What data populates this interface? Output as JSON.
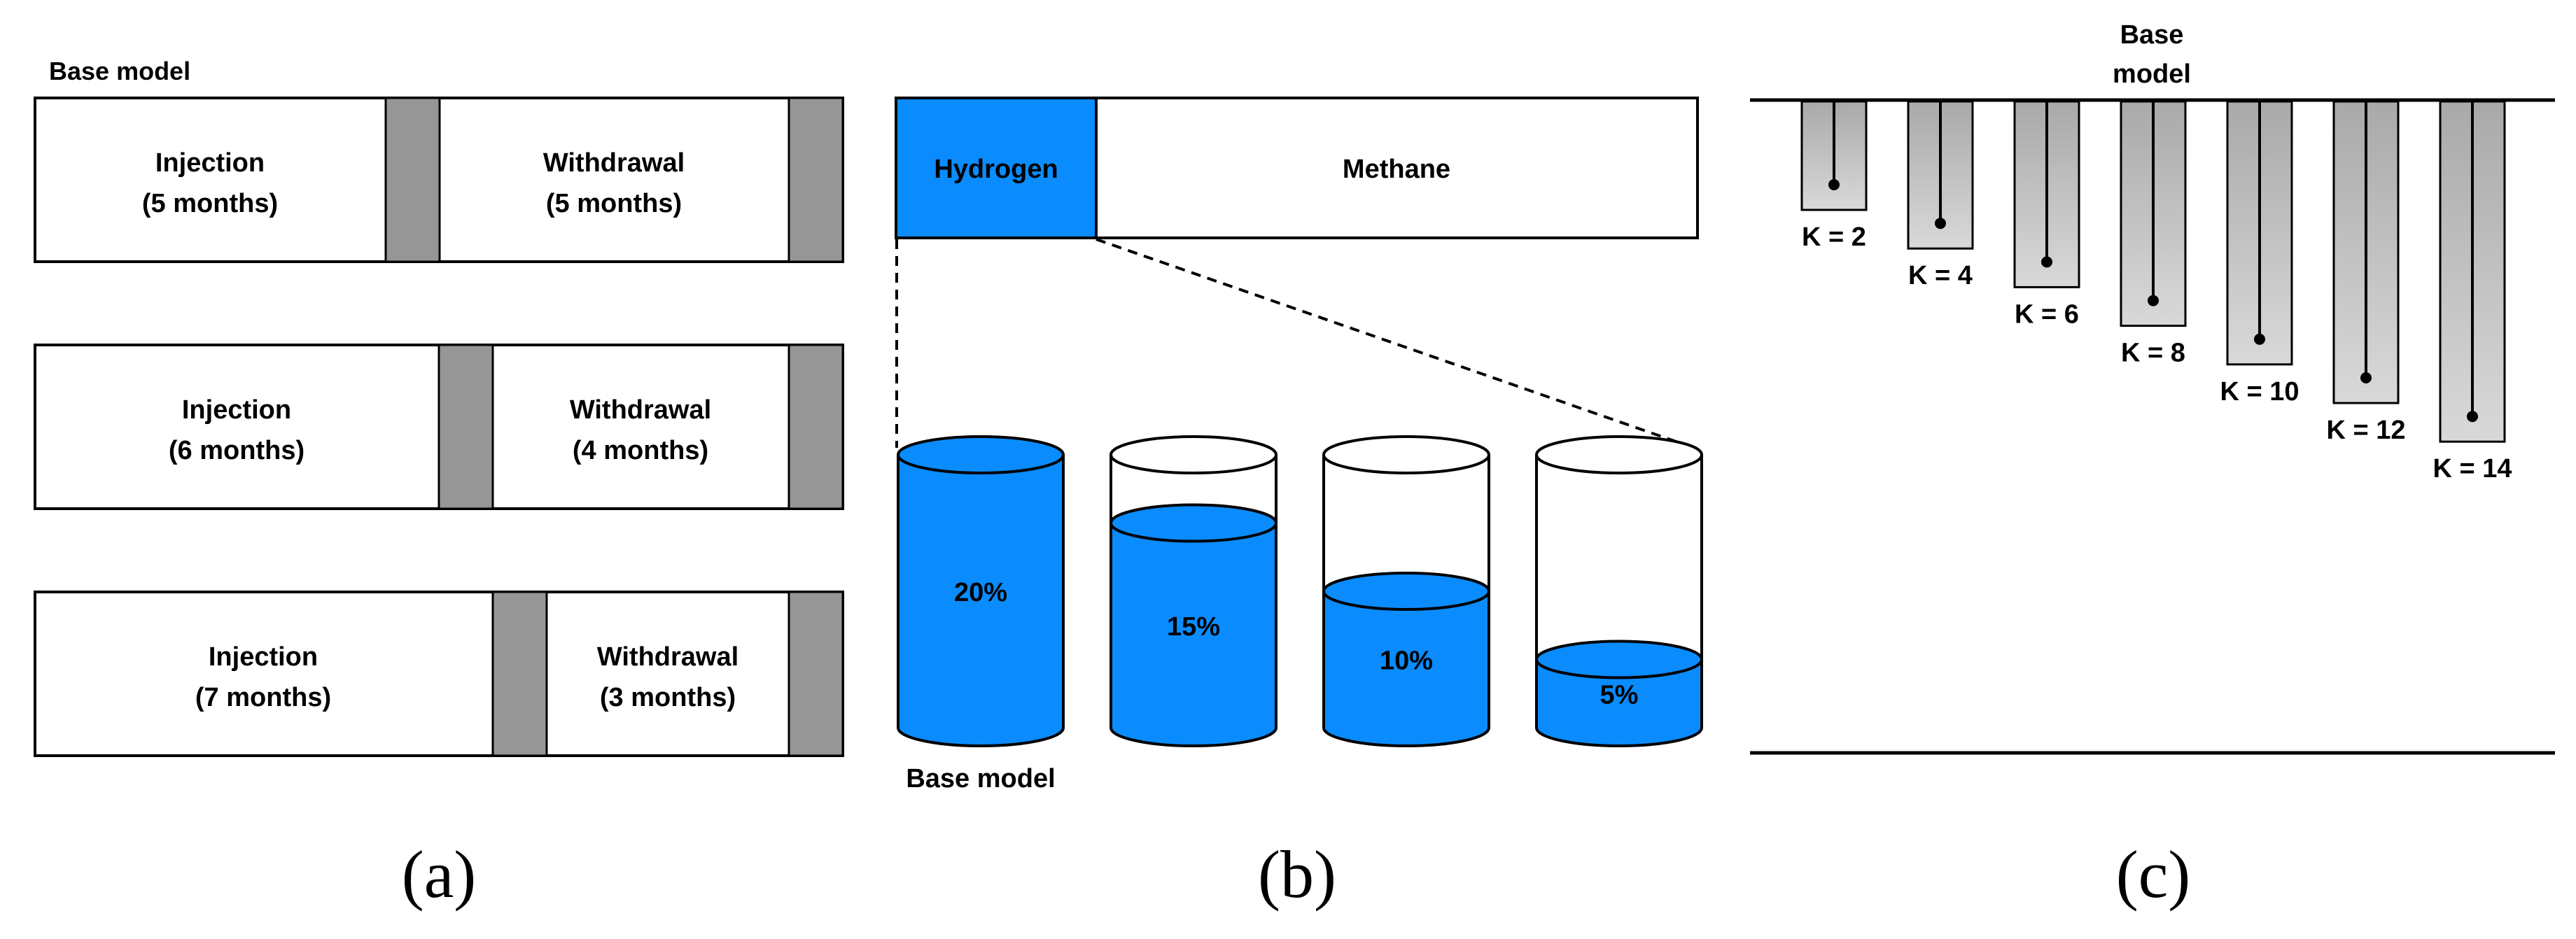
{
  "panel_a": {
    "base_label": "Base model",
    "rows": [
      {
        "injection_label": "Injection",
        "injection_months": "(5 months)",
        "withdrawal_label": "Withdrawal",
        "withdrawal_months": "(5 months)"
      },
      {
        "injection_label": "Injection",
        "injection_months": "(6 months)",
        "withdrawal_label": "Withdrawal",
        "withdrawal_months": "(4 months)"
      },
      {
        "injection_label": "Injection",
        "injection_months": "(7 months)",
        "withdrawal_label": "Withdrawal",
        "withdrawal_months": "(3 months)"
      }
    ],
    "caption": "(a)"
  },
  "panel_b": {
    "hydrogen_label": "Hydrogen",
    "methane_label": "Methane",
    "cylinders": [
      {
        "percent": "20%",
        "fill_fraction": 1.0
      },
      {
        "percent": "15%",
        "fill_fraction": 0.75
      },
      {
        "percent": "10%",
        "fill_fraction": 0.5
      },
      {
        "percent": "5%",
        "fill_fraction": 0.25
      }
    ],
    "base_label": "Base model",
    "caption": "(b)"
  },
  "panel_c": {
    "base_label_line1": "Base",
    "base_label_line2": "model",
    "wells": [
      {
        "label": "K = 2",
        "k": 2
      },
      {
        "label": "K = 4",
        "k": 4
      },
      {
        "label": "K = 6",
        "k": 6
      },
      {
        "label": "K = 8",
        "k": 8
      },
      {
        "label": "K = 10",
        "k": 10
      },
      {
        "label": "K = 12",
        "k": 12
      },
      {
        "label": "K = 14",
        "k": 14
      }
    ],
    "caption": "(c)"
  },
  "colors": {
    "blue": "#0a8cff",
    "gray_block": "#969696",
    "well_dark": "#a9a9a9",
    "well_light": "#d9d9d9"
  }
}
